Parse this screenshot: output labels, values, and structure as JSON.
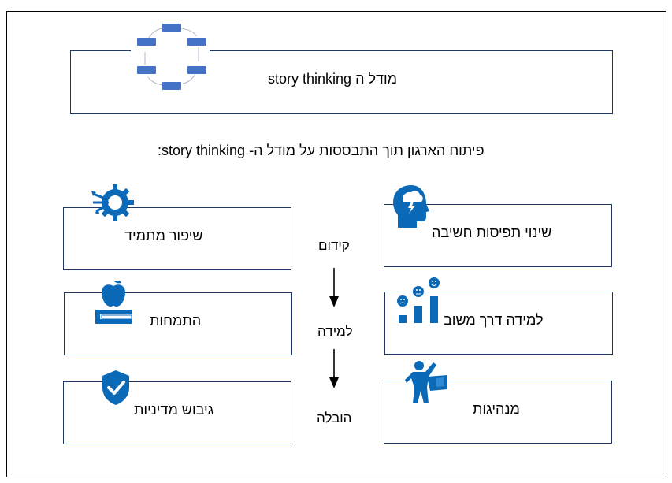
{
  "model_box": {
    "title": "מודל ה story thinking"
  },
  "headline": "פיתוח הארגון תוך התבססות על מודל ה- story thinking:",
  "cycle_nodes": [
    "",
    "",
    "",
    "",
    "",
    ""
  ],
  "right_boxes": [
    {
      "label": "שינוי תפיסות חשיבה",
      "icon": "brain-storm-icon"
    },
    {
      "label": "למידה דרך משוב",
      "icon": "feedback-chart-icon"
    },
    {
      "label": "מנהיגות",
      "icon": "leader-flag-icon"
    }
  ],
  "left_boxes": [
    {
      "label": "שיפור מתמיד",
      "icon": "gear-arrows-icon"
    },
    {
      "label": "התמחות",
      "icon": "apple-book-icon"
    },
    {
      "label": "גיבוש מדיניות",
      "icon": "shield-check-icon"
    }
  ],
  "middle_steps": [
    "קידום",
    "למידה",
    "הובלה"
  ],
  "colors": {
    "icon_blue": "#0b6ab8",
    "box_border": "#1f3864",
    "node_blue": "#4472c4"
  }
}
